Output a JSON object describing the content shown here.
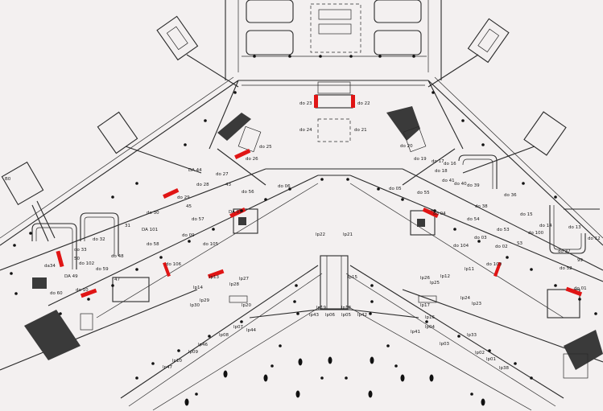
{
  "labels": {
    "do22": "do 22",
    "do23": "do 23",
    "do24": "do 24",
    "do21": "do 21",
    "do25": "do 25",
    "do26": "do 26",
    "do27": "do 27",
    "do28": "do 28",
    "do29": "do 29",
    "da43": "43",
    "da44": "DA 44",
    "da45": "45",
    "do30": "do 30",
    "do31": "31",
    "do32": "do 32",
    "do33": "do 33",
    "da34": "da34",
    "da101": "DA 101",
    "do102": "do 102",
    "da49": "DA 49",
    "do50": "50",
    "do48": "do 48",
    "do47": "47",
    "do59": "do 59",
    "do60": "do 60",
    "do10": "do 10",
    "do56": "do 56",
    "do57": "do 57",
    "do58": "do 58",
    "do09": "do 09",
    "do105": "do 105",
    "do106": "do 106",
    "da07": "DA 07",
    "do06": "do 06",
    "lp13": "lp13",
    "lp14": "lp14",
    "lp27": "lp27",
    "lp28": "lp28",
    "lp29": "lp29",
    "lp30": "lp30",
    "lp22": "lp22",
    "lp21": "lp21",
    "lp15": "lp15",
    "lp19": "lp19",
    "lp18": "lp18",
    "lp42": "lp42",
    "lp43": "lp43",
    "lp05": "lp05",
    "lp06": "lp06",
    "lp20": "lp20",
    "lp07": "lp07",
    "lp08": "lp08",
    "lp44": "lp44",
    "lp46": "lp46",
    "lp09": "lp09",
    "lp10": "lp10",
    "lp47": "lp47",
    "do05": "do 05",
    "do55": "do 55",
    "do04": "do 04",
    "do54": "do 54",
    "do03": "do 03",
    "do104": "do 104",
    "do53": "do 53",
    "do103": "do 103",
    "do02": "do 02",
    "do52": "do 52",
    "do01": "do 01",
    "do100": "do 100",
    "do99": "99",
    "do37": "do 37",
    "do36": "do 36",
    "do38": "do 38",
    "do39": "do 39",
    "do40": "do 40",
    "do41": "do 41",
    "do15": "do 15",
    "do14": "do 14",
    "do13": "do 13",
    "do12": "do 12",
    "do16": "do 16",
    "do17": "do 17",
    "do18": "do 18",
    "do19": "do 19",
    "do20": "do 20",
    "lp11": "lp11",
    "lp12": "lp12",
    "lp24": "lp24",
    "lp23": "lp23",
    "lp25": "lp25",
    "lp26": "lp26",
    "lp17": "lp17",
    "lp16": "lp16",
    "lp41": "lp41",
    "lp04": "lp04",
    "lp03": "lp03",
    "lp33": "lp33",
    "lp02": "lp02",
    "lp01": "lp01",
    "lp38": "lp38",
    "s3": "S3",
    "b0": "B0"
  },
  "colors": {
    "background": "#f3f0f0",
    "line": "#2a2a2a",
    "gate_marker": "#e01515"
  }
}
